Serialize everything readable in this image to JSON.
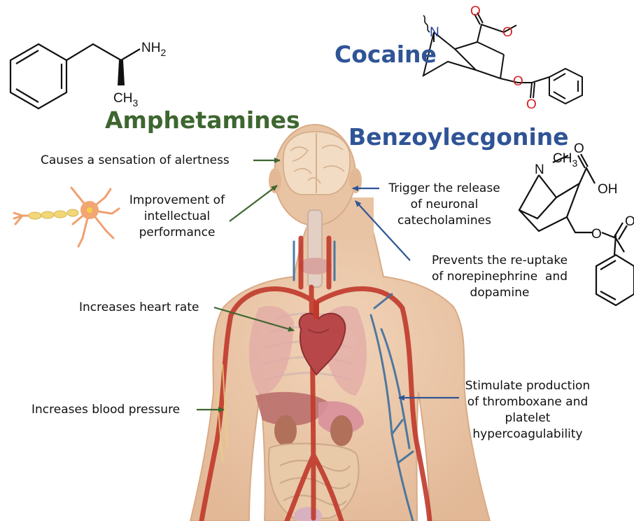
{
  "titles": {
    "amphetamines": "Amphetamines",
    "cocaine": "Cocaine",
    "benzoylecgonine": "Benzoylecgonine"
  },
  "colors": {
    "amphetamine_accent": "#3e6630",
    "cocaine_accent": "#2f5496",
    "body_skin": "#e9c4a4",
    "artery": "#c0392b",
    "vein": "#3d6f9e",
    "neuron": "#f0a070"
  },
  "structures": {
    "amphetamine": {
      "nh2": "NH",
      "nh2_sub": "2",
      "ch3": "CH",
      "ch3_sub": "3"
    },
    "cocaine": {
      "n": "N",
      "o1": "O",
      "o2": "O",
      "o3": "O",
      "o4": "O"
    },
    "benzoylecgonine": {
      "n": "N",
      "ch3": "CH",
      "ch3_sub": "3",
      "o1": "O",
      "oh": "OH",
      "o3": "O",
      "o4": "O"
    }
  },
  "amphetamine_effects": [
    {
      "lines": [
        "Causes a sensation of alertness"
      ]
    },
    {
      "lines": [
        "Improvement of",
        "intellectual",
        "performance"
      ]
    },
    {
      "lines": [
        "Increases heart rate"
      ]
    },
    {
      "lines": [
        "Increases blood pressure"
      ]
    }
  ],
  "cocaine_effects": [
    {
      "lines": [
        "Trigger the release",
        "of neuronal",
        "catecholamines"
      ]
    },
    {
      "lines": [
        "Prevents the re-uptake",
        "of norepinephrine  and",
        "dopamine"
      ]
    },
    {
      "lines": [
        "Stimulate production",
        "of thromboxane and",
        "platelet",
        "hypercoagulability"
      ]
    }
  ],
  "icons": [
    "neuron-icon",
    "brain-icon",
    "heart-icon",
    "human-body-icon"
  ]
}
